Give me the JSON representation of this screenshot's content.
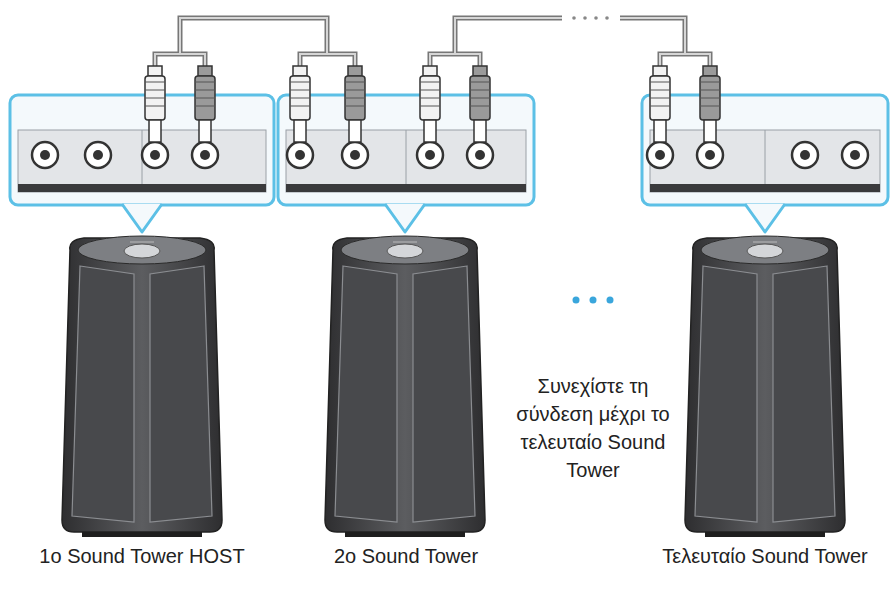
{
  "diagram": {
    "nodes": [
      {
        "text": [
          "1o Sound Tower HOST"
        ]
      },
      {
        "text": [
          "2o Sound Tower"
        ]
      },
      {
        "text": [
          "Τελευταίο Sound Tower"
        ]
      }
    ],
    "edges": [
      {
        "from": 0,
        "to": 1,
        "arrow": "none"
      },
      {
        "from": 1,
        "to": 2,
        "arrow": "none"
      }
    ],
    "labels": [
      "Συνεχίστε τη σύνδεση μέχρι το τελευταίο Sound Tower"
    ]
  }
}
